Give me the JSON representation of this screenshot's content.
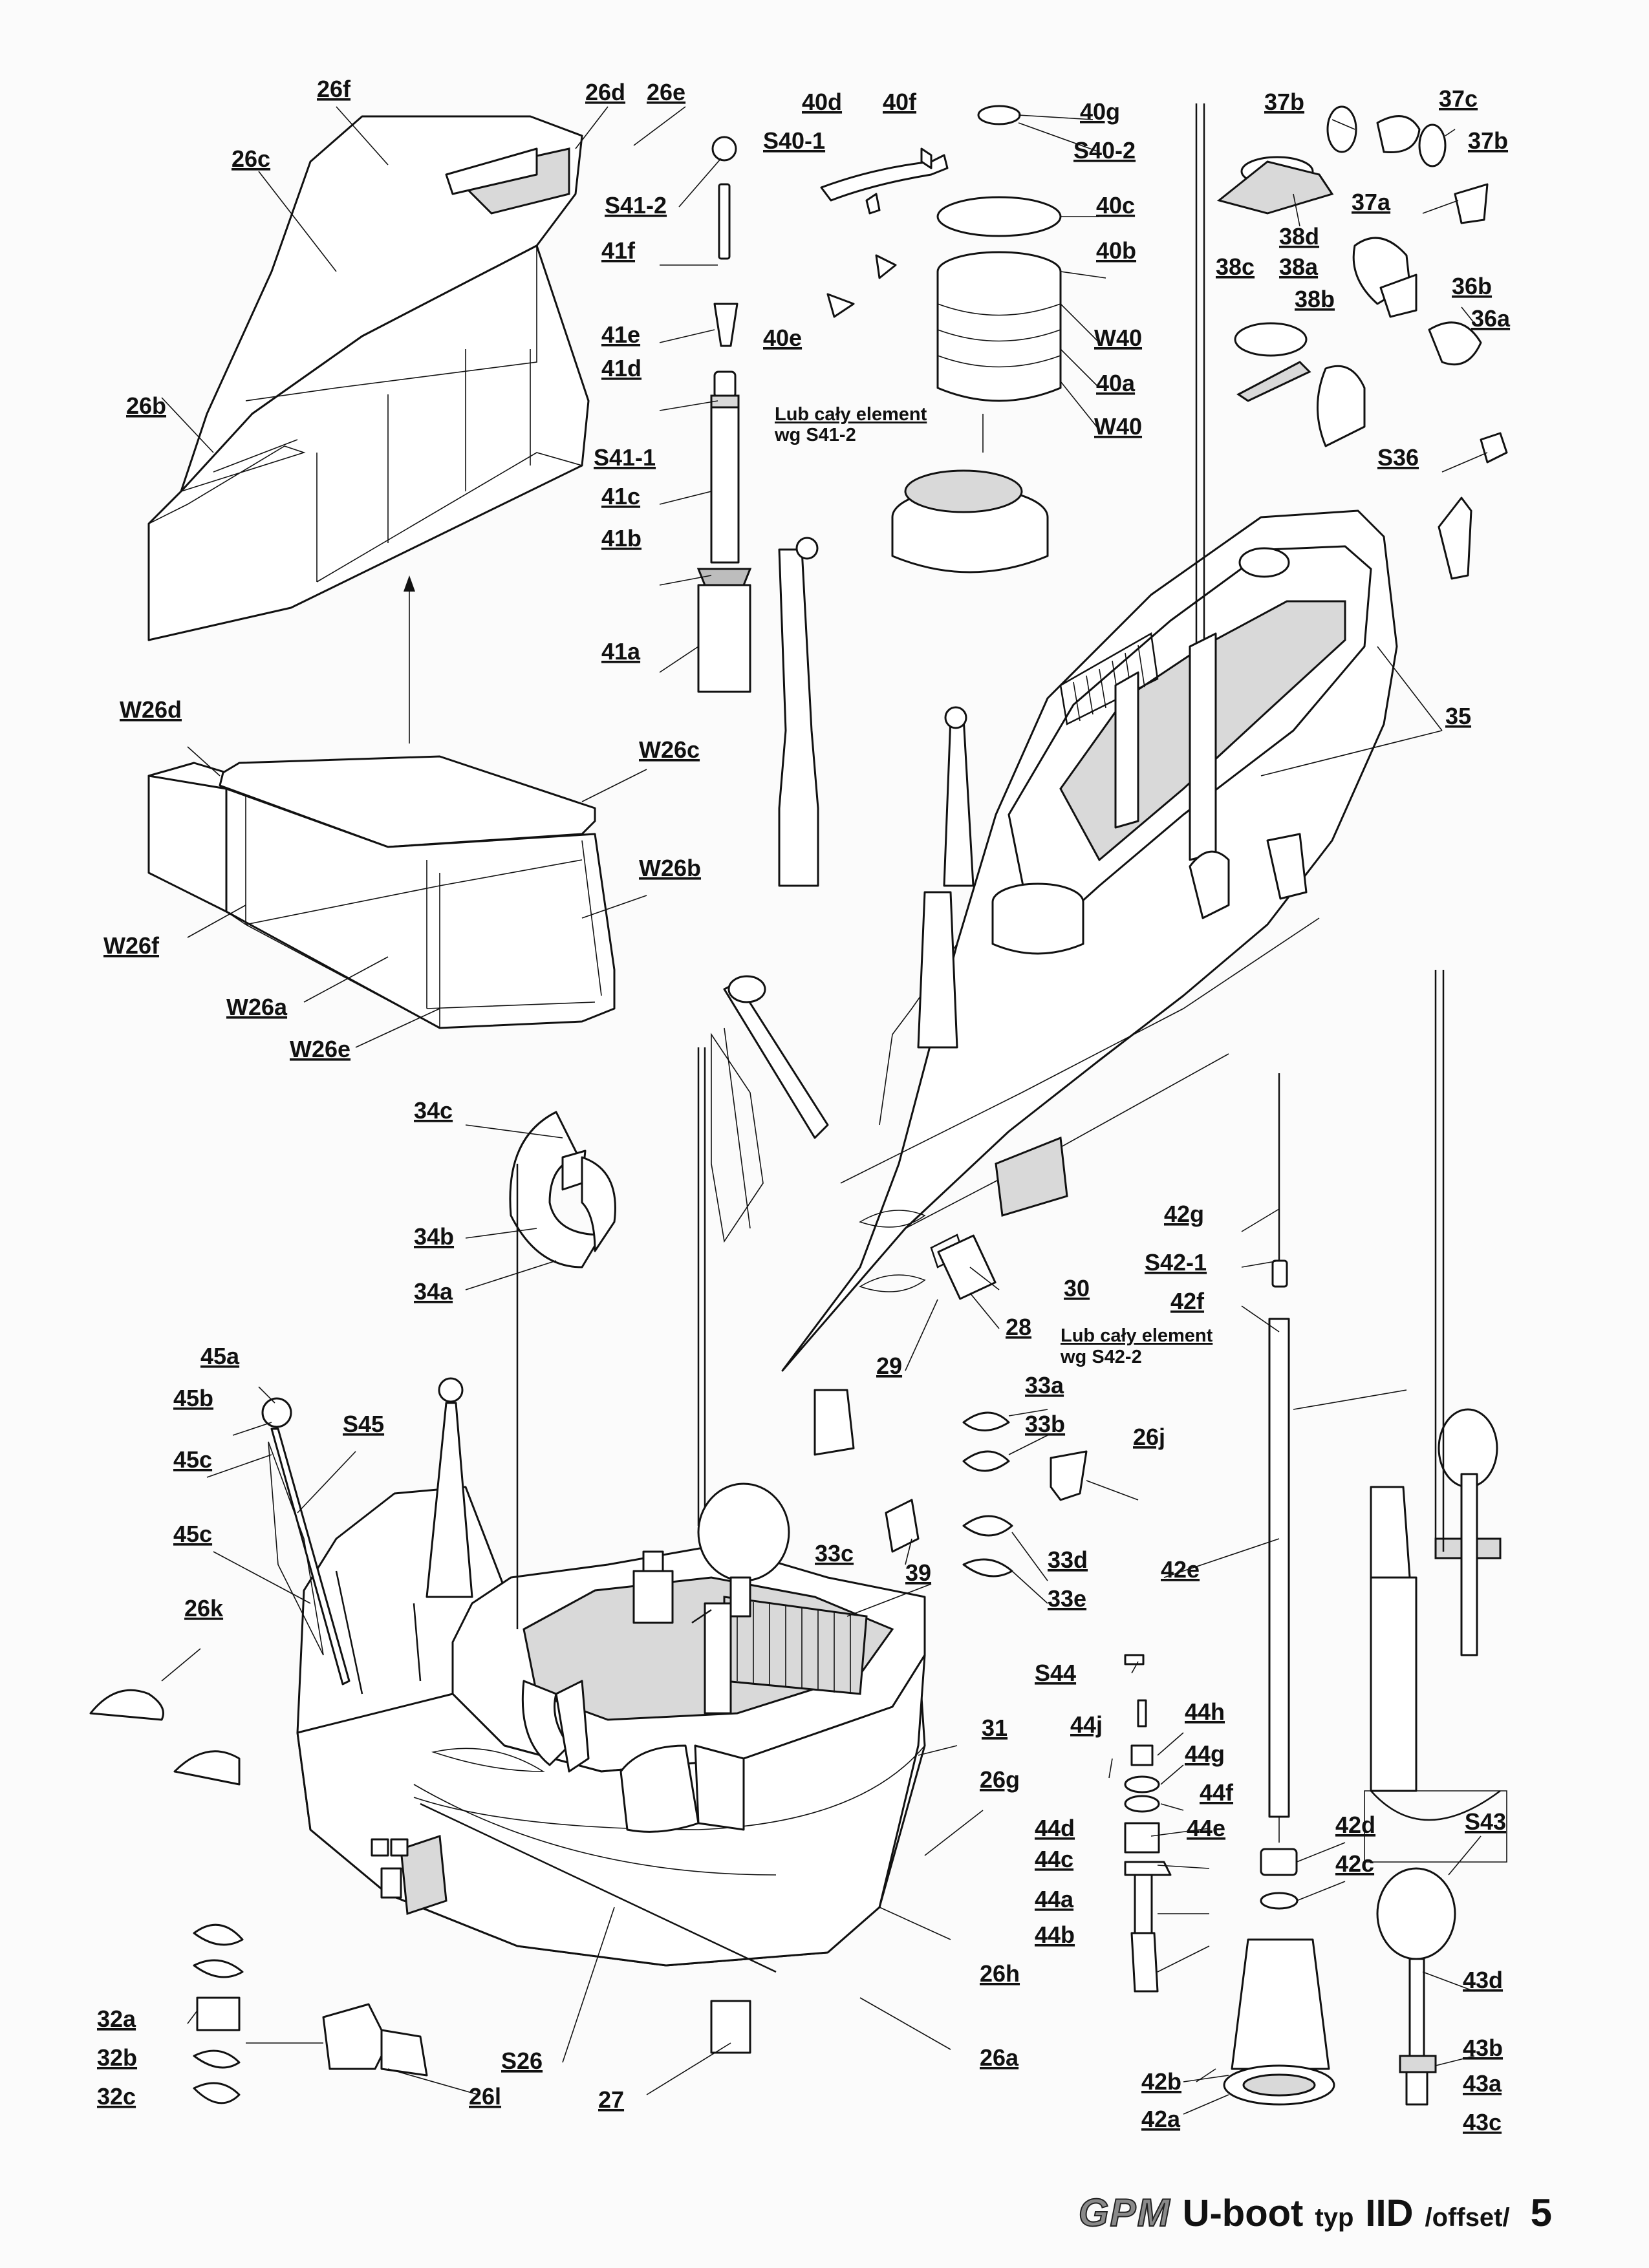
{
  "labels": {
    "l26f": "26f",
    "l26d": "26d",
    "l26e": "26e",
    "l26c": "26c",
    "l26b": "26b",
    "lS41_2": "S41-2",
    "l41f": "41f",
    "l41e": "41e",
    "l41d": "41d",
    "lS41_1": "S41-1",
    "l41c": "41c",
    "l41b": "41b",
    "l41a": "41a",
    "l40d": "40d",
    "l40f": "40f",
    "lS40_1": "S40-1",
    "l40g": "40g",
    "lS40_2": "S40-2",
    "l40c": "40c",
    "l40b": "40b",
    "l40e": "40e",
    "lW40a": "W40",
    "l40a": "40a",
    "lW40b": "W40",
    "l37b1": "37b",
    "l37c": "37c",
    "l37b2": "37b",
    "l37a": "37a",
    "l38d": "38d",
    "l38c": "38c",
    "l38a": "38a",
    "l38b": "38b",
    "l36b": "36b",
    "l36a": "36a",
    "lS36": "S36",
    "l35": "35",
    "lW26d": "W26d",
    "lW26c": "W26c",
    "lW26b": "W26b",
    "lW26f": "W26f",
    "lW26a": "W26a",
    "lW26e": "W26e",
    "l34c": "34c",
    "l34b": "34b",
    "l34a": "34a",
    "l30": "30",
    "l28": "28",
    "l29": "29",
    "l42g": "42g",
    "lS42_1": "S42-1",
    "l42f": "42f",
    "l45a": "45a",
    "l45b": "45b",
    "l45c1": "45c",
    "lS45": "S45",
    "l45c2": "45c",
    "l26k": "26k",
    "l33a": "33a",
    "l33b": "33b",
    "l26j": "26j",
    "l33c": "33c",
    "l39": "39",
    "l33d": "33d",
    "l33e": "33e",
    "l42e": "42e",
    "lS44": "S44",
    "l44h": "44h",
    "l44j": "44j",
    "l44g": "44g",
    "l44f": "44f",
    "l44e": "44e",
    "l44d": "44d",
    "l44c": "44c",
    "l44a": "44a",
    "l44b": "44b",
    "l31": "31",
    "l26g": "26g",
    "l26h": "26h",
    "l26a": "26a",
    "l42d": "42d",
    "l42c": "42c",
    "lS43": "S43",
    "l43d": "43d",
    "l43b": "43b",
    "l43a": "43a",
    "l43c": "43c",
    "l42b": "42b",
    "l42a": "42a",
    "l32a": "32a",
    "l32b": "32b",
    "l32c": "32c",
    "l26l": "26l",
    "lS26": "S26",
    "l27": "27"
  },
  "notes": {
    "alt1_line1": "Lub cały element",
    "alt1_line2": "wg S41-2",
    "alt2_line1": "Lub cały element",
    "alt2_line2": "wg S42-2"
  },
  "footer": {
    "brand": "GPM",
    "model": "U-boot",
    "typ": "typ",
    "version": "IID",
    "edition": "/offset/",
    "page": "5"
  }
}
